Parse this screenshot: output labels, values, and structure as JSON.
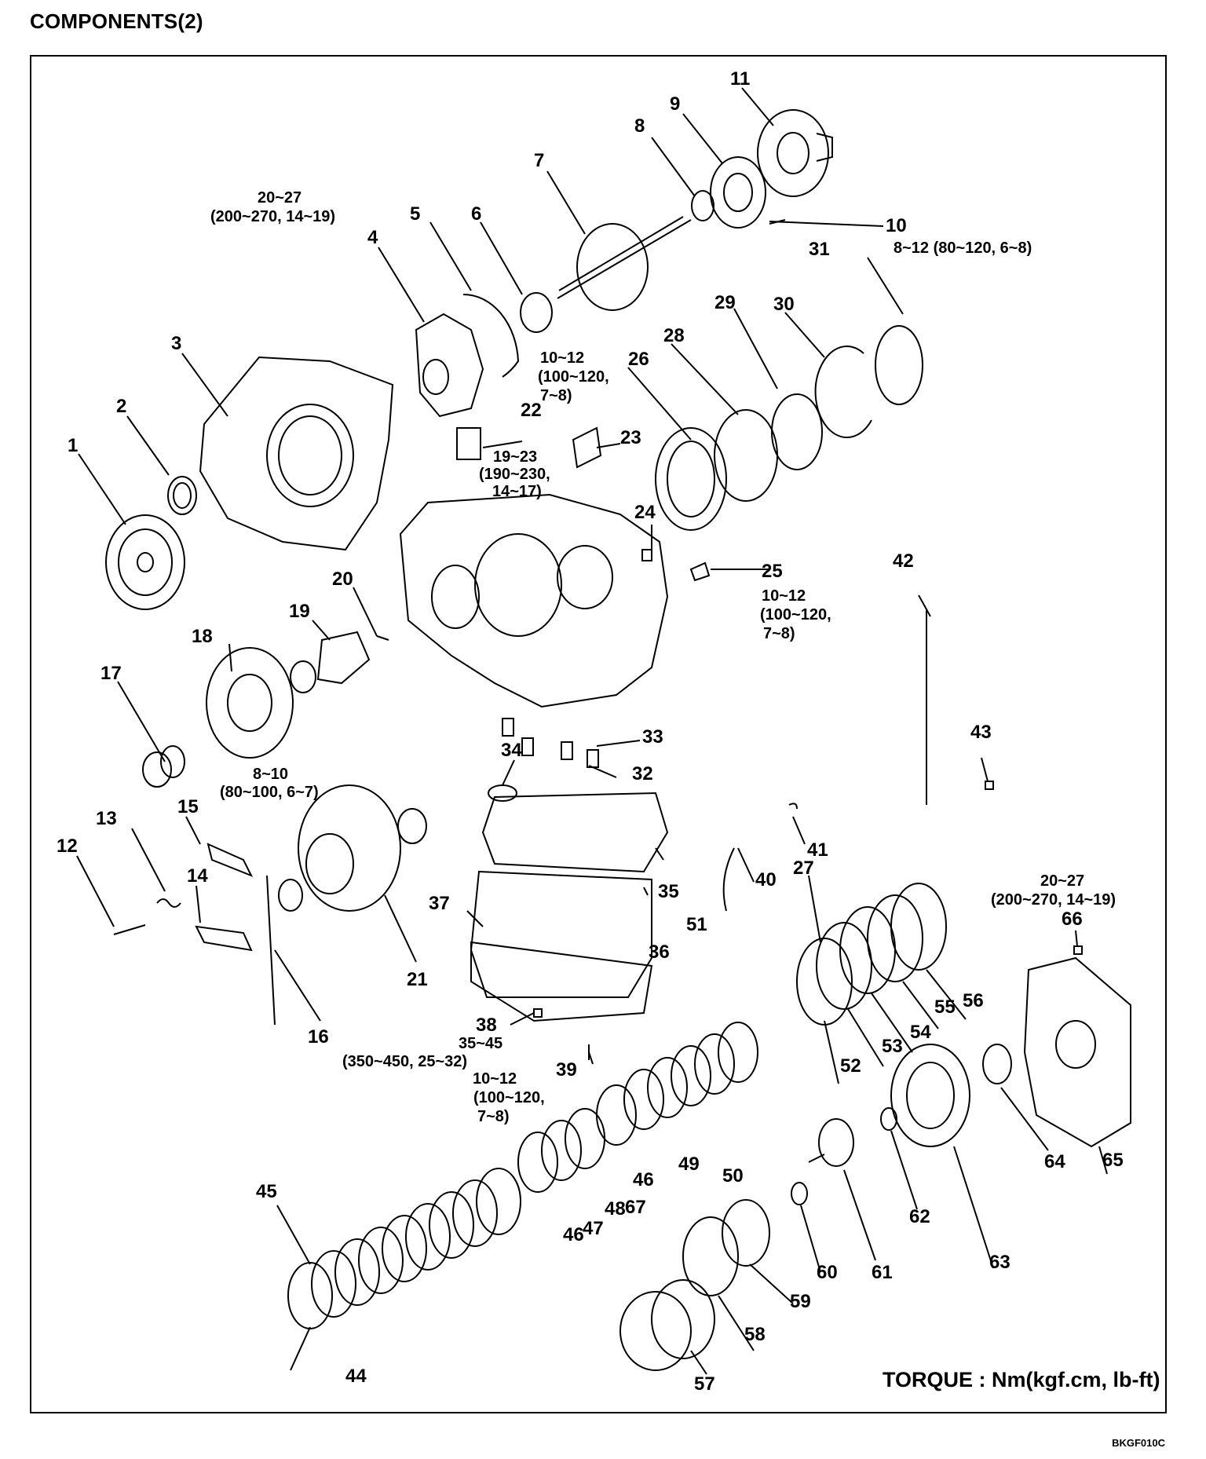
{
  "title": "COMPONENTS(2)",
  "figure_code": "BKGF010C",
  "torque_legend": "TORQUE : Nm(kgf.cm, lb-ft)",
  "callouts": [
    {
      "num": "1",
      "spec": ""
    },
    {
      "num": "2",
      "spec": ""
    },
    {
      "num": "3",
      "spec": ""
    },
    {
      "num": "4",
      "spec": ""
    },
    {
      "num": "5",
      "spec": ""
    },
    {
      "num": "6",
      "spec": ""
    },
    {
      "num": "7",
      "spec": ""
    },
    {
      "num": "8",
      "spec": ""
    },
    {
      "num": "9",
      "spec": ""
    },
    {
      "num": "10",
      "spec": "8~12 (80~120, 6~8)"
    },
    {
      "num": "11",
      "spec": ""
    },
    {
      "num": "12",
      "spec": ""
    },
    {
      "num": "13",
      "spec": ""
    },
    {
      "num": "14",
      "spec": ""
    },
    {
      "num": "15",
      "spec": ""
    },
    {
      "num": "16",
      "spec": ""
    },
    {
      "num": "17",
      "spec": ""
    },
    {
      "num": "18",
      "spec": ""
    },
    {
      "num": "19",
      "spec": ""
    },
    {
      "num": "20",
      "spec": ""
    },
    {
      "num": "21",
      "spec": ""
    },
    {
      "num": "22",
      "spec": ""
    },
    {
      "num": "23",
      "spec": ""
    },
    {
      "num": "24",
      "spec": ""
    },
    {
      "num": "25",
      "spec": "10~12 (100~120, 7~8)"
    },
    {
      "num": "26",
      "spec": ""
    },
    {
      "num": "27",
      "spec": ""
    },
    {
      "num": "28",
      "spec": ""
    },
    {
      "num": "29",
      "spec": ""
    },
    {
      "num": "30",
      "spec": ""
    },
    {
      "num": "31",
      "spec": ""
    },
    {
      "num": "32",
      "spec": ""
    },
    {
      "num": "33",
      "spec": ""
    },
    {
      "num": "34",
      "spec": ""
    },
    {
      "num": "35",
      "spec": ""
    },
    {
      "num": "36",
      "spec": ""
    },
    {
      "num": "37",
      "spec": ""
    },
    {
      "num": "38",
      "spec": "35~45 (350~450, 25~32)"
    },
    {
      "num": "39",
      "spec": ""
    },
    {
      "num": "40",
      "spec": ""
    },
    {
      "num": "41",
      "spec": ""
    },
    {
      "num": "42",
      "spec": ""
    },
    {
      "num": "43",
      "spec": ""
    },
    {
      "num": "44",
      "spec": ""
    },
    {
      "num": "45",
      "spec": ""
    },
    {
      "num": "46",
      "spec": ""
    },
    {
      "num": "47",
      "spec": ""
    },
    {
      "num": "48",
      "spec": ""
    },
    {
      "num": "49",
      "spec": ""
    },
    {
      "num": "50",
      "spec": ""
    },
    {
      "num": "51",
      "spec": ""
    },
    {
      "num": "52",
      "spec": ""
    },
    {
      "num": "53",
      "spec": ""
    },
    {
      "num": "54",
      "spec": ""
    },
    {
      "num": "55",
      "spec": ""
    },
    {
      "num": "56",
      "spec": ""
    },
    {
      "num": "57",
      "spec": ""
    },
    {
      "num": "58",
      "spec": ""
    },
    {
      "num": "59",
      "spec": ""
    },
    {
      "num": "60",
      "spec": ""
    },
    {
      "num": "61",
      "spec": ""
    },
    {
      "num": "62",
      "spec": ""
    },
    {
      "num": "63",
      "spec": ""
    },
    {
      "num": "64",
      "spec": ""
    },
    {
      "num": "65",
      "spec": ""
    },
    {
      "num": "66",
      "spec": "20~27 (200~270, 14~19)"
    },
    {
      "num": "67",
      "spec": ""
    }
  ],
  "torque_specs": {
    "t_bolt4_a": "20~27",
    "t_bolt4_b": "(200~270, 14~19)",
    "t_5_a": "10~12",
    "t_5_b": "(100~120,",
    "t_5_c": "7~8)",
    "t_23_a": "19~23",
    "t_23_b": "(190~230,",
    "t_23_c": "14~17)",
    "t_10": "8~12 (80~120, 6~8)",
    "t_25_a": "10~12",
    "t_25_b": "(100~120,",
    "t_25_c": "7~8)",
    "t_15_a": "8~10",
    "t_15_b": "(80~100, 6~7)",
    "t_38_a": "35~45",
    "t_38_b": "(350~450, 25~32)",
    "t_39_a": "10~12",
    "t_39_b": "(100~120,",
    "t_39_c": "7~8)",
    "t_66_a": "20~27",
    "t_66_b": "(200~270, 14~19)"
  }
}
